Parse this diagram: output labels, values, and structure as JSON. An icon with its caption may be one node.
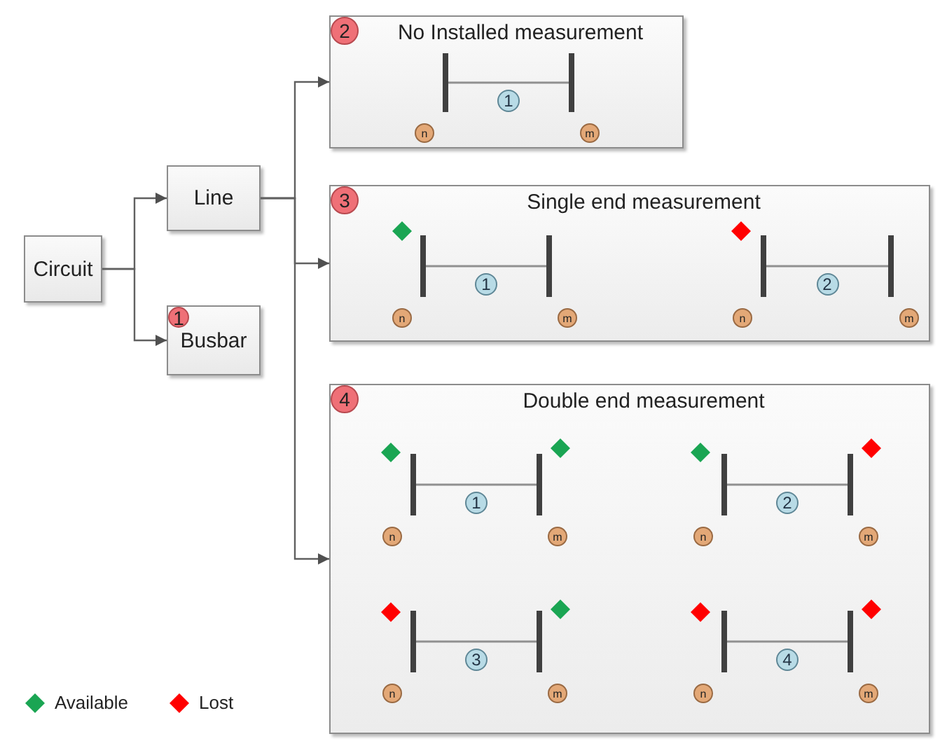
{
  "diagram": {
    "nodes": [
      {
        "text": [
          "Circuit"
        ]
      },
      {
        "text": [
          "Line"
        ]
      },
      {
        "text": [
          "Busbar"
        ]
      },
      {
        "text": [
          "1"
        ],
        "in": 2
      },
      {
        "text": [
          "No Installed measurement"
        ]
      },
      {
        "text": [
          "2"
        ],
        "in": 4
      },
      {
        "text": [],
        "shape": "bar",
        "in": 4
      },
      {
        "text": [],
        "shape": "bar",
        "in": 4
      },
      {
        "text": [
          "1"
        ],
        "in": 4
      },
      {
        "text": [
          "n"
        ],
        "in": 4
      },
      {
        "text": [
          "m"
        ],
        "in": 4
      },
      {
        "text": [
          "Single end measurement"
        ]
      },
      {
        "text": [
          "3"
        ],
        "in": 11
      },
      {
        "text": [],
        "shape": "diamond",
        "in": 11
      },
      {
        "text": [],
        "shape": "bar",
        "in": 11
      },
      {
        "text": [],
        "shape": "bar",
        "in": 11
      },
      {
        "text": [
          "1"
        ],
        "in": 11
      },
      {
        "text": [
          "n"
        ],
        "in": 11
      },
      {
        "text": [
          "m"
        ],
        "in": 11
      },
      {
        "text": [],
        "shape": "diamond",
        "in": 11
      },
      {
        "text": [],
        "shape": "bar",
        "in": 11
      },
      {
        "text": [],
        "shape": "bar",
        "in": 11
      },
      {
        "text": [
          "2"
        ],
        "in": 11
      },
      {
        "text": [
          "n"
        ],
        "in": 11
      },
      {
        "text": [
          "m"
        ],
        "in": 11
      },
      {
        "text": [
          "Double end measurement"
        ]
      },
      {
        "text": [
          "4"
        ],
        "in": 25
      },
      {
        "text": [],
        "shape": "diamond",
        "in": 25
      },
      {
        "text": [],
        "shape": "diamond",
        "in": 25
      },
      {
        "text": [],
        "shape": "bar",
        "in": 25
      },
      {
        "text": [],
        "shape": "bar",
        "in": 25
      },
      {
        "text": [
          "1"
        ],
        "in": 25
      },
      {
        "text": [
          "n"
        ],
        "in": 25
      },
      {
        "text": [
          "m"
        ],
        "in": 25
      },
      {
        "text": [],
        "shape": "diamond",
        "in": 25
      },
      {
        "text": [],
        "shape": "diamond",
        "in": 25
      },
      {
        "text": [],
        "shape": "bar",
        "in": 25
      },
      {
        "text": [],
        "shape": "bar",
        "in": 25
      },
      {
        "text": [
          "2"
        ],
        "in": 25
      },
      {
        "text": [
          "n"
        ],
        "in": 25
      },
      {
        "text": [
          "m"
        ],
        "in": 25
      },
      {
        "text": [],
        "shape": "diamond",
        "in": 25
      },
      {
        "text": [],
        "shape": "diamond",
        "in": 25
      },
      {
        "text": [],
        "shape": "bar",
        "in": 25
      },
      {
        "text": [],
        "shape": "bar",
        "in": 25
      },
      {
        "text": [
          "3"
        ],
        "in": 25
      },
      {
        "text": [
          "n"
        ],
        "in": 25
      },
      {
        "text": [
          "m"
        ],
        "in": 25
      },
      {
        "text": [],
        "shape": "diamond",
        "in": 25
      },
      {
        "text": [],
        "shape": "diamond",
        "in": 25
      },
      {
        "text": [],
        "shape": "bar",
        "in": 25
      },
      {
        "text": [],
        "shape": "bar",
        "in": 25
      },
      {
        "text": [
          "4"
        ],
        "in": 25
      },
      {
        "text": [
          "n"
        ],
        "in": 25
      },
      {
        "text": [
          "m"
        ],
        "in": 25
      }
    ],
    "edges": [
      {
        "from": 0,
        "to": 1,
        "arrow": "to"
      },
      {
        "from": 0,
        "to": 2,
        "arrow": "to"
      },
      {
        "from": 1,
        "to": 4,
        "arrow": "to"
      },
      {
        "from": 1,
        "to": 11,
        "arrow": "to"
      },
      {
        "from": 1,
        "to": 25,
        "arrow": "to"
      },
      {
        "from": 6,
        "to": 7,
        "arrow": "none"
      },
      {
        "from": 14,
        "to": 15,
        "arrow": "none"
      },
      {
        "from": 20,
        "to": 21,
        "arrow": "none"
      },
      {
        "from": 29,
        "to": 30,
        "arrow": "none"
      },
      {
        "from": 36,
        "to": 37,
        "arrow": "none"
      },
      {
        "from": 43,
        "to": 44,
        "arrow": "none"
      },
      {
        "from": 50,
        "to": 51,
        "arrow": "none"
      }
    ],
    "legend": [
      {
        "text": "Available"
      },
      {
        "text": "Lost"
      }
    ]
  }
}
